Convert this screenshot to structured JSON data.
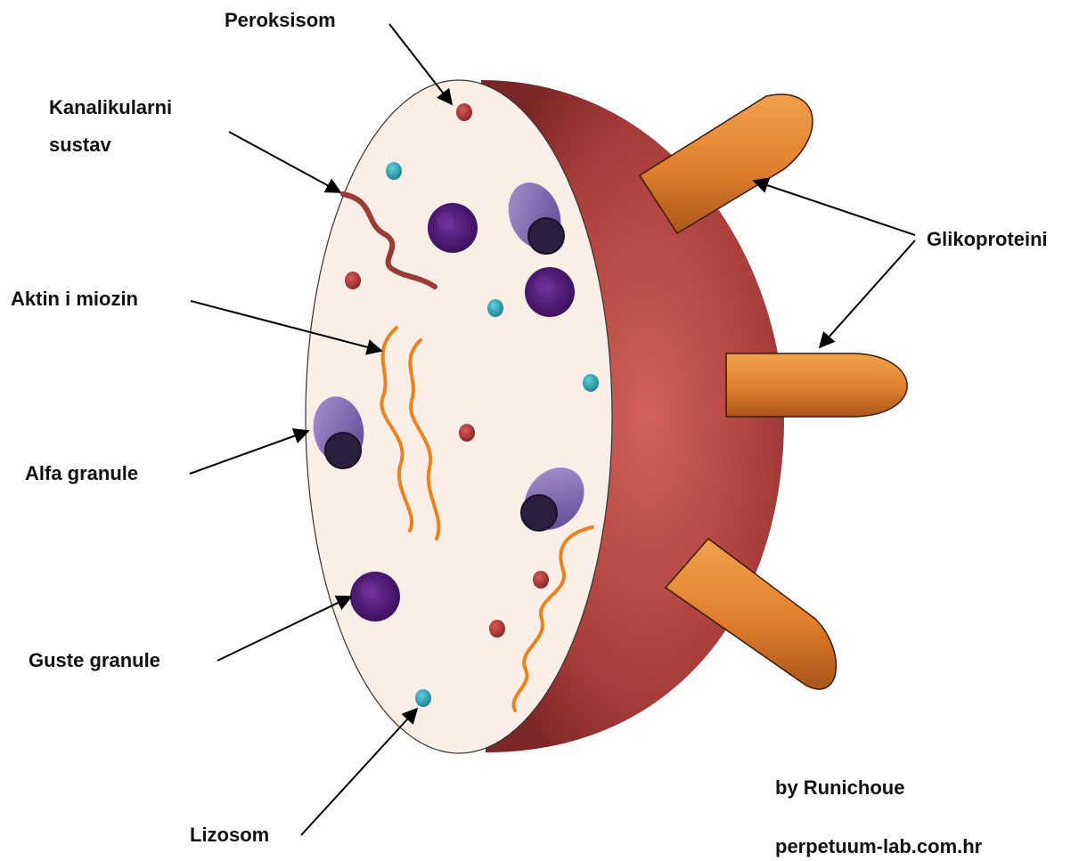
{
  "labels": {
    "peroksisom": "Peroksisom",
    "kanalikularni_line1": "Kanalikularni",
    "kanalikularni_line2": "sustav",
    "aktin": "Aktin i miozin",
    "alfa": "Alfa granule",
    "guste": "Guste granule",
    "lizosom": "Lizosom",
    "glikoproteini": "Glikoproteini"
  },
  "credits": {
    "author": "by Runichoue",
    "site": "perpetuum-lab.com.hr"
  },
  "colors": {
    "cytoplasm": "#fbeee6",
    "membrane_dark": "#8a2e2e",
    "membrane_light": "#c9574f",
    "glycoprotein": "#e0802f",
    "dense_granule": "#4a1a6e",
    "alpha_granule": "#7b5fa8",
    "lysosome": "#2aa1b3",
    "peroxisome": "#b03a3a",
    "actin_myosin": "#e9831f",
    "canalicular": "#9a3b35"
  }
}
